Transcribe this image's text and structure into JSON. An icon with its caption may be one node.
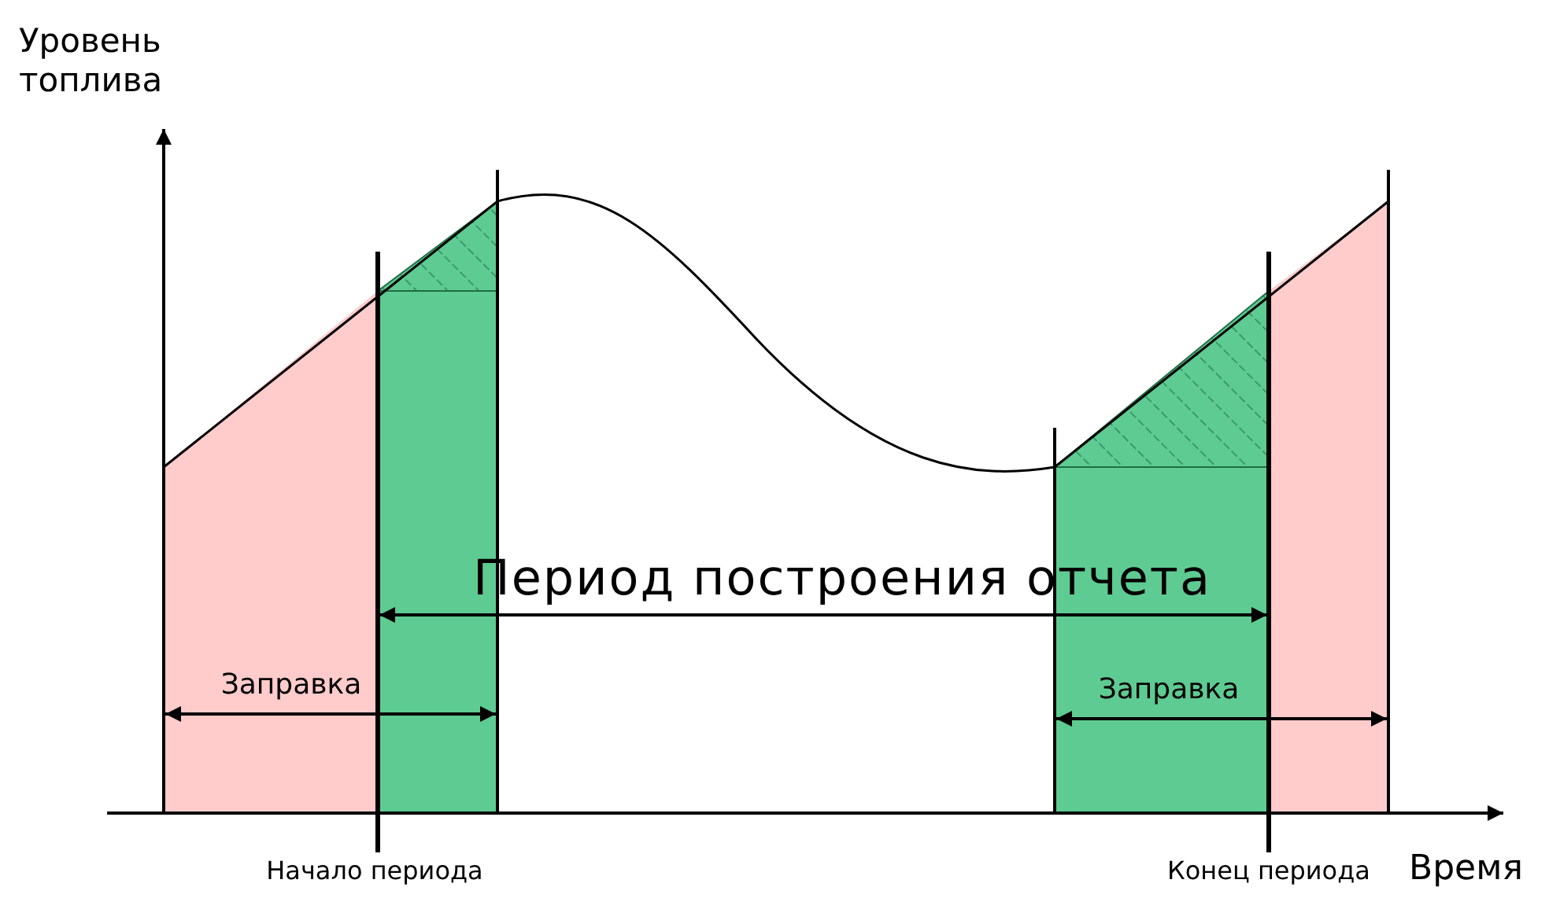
{
  "diagram": {
    "labels": [
      "Уровень топлива",
      "Время",
      "Период построения отчета",
      "Заправка",
      "Заправка",
      "Начало периода",
      "Конец периода"
    ]
  }
}
